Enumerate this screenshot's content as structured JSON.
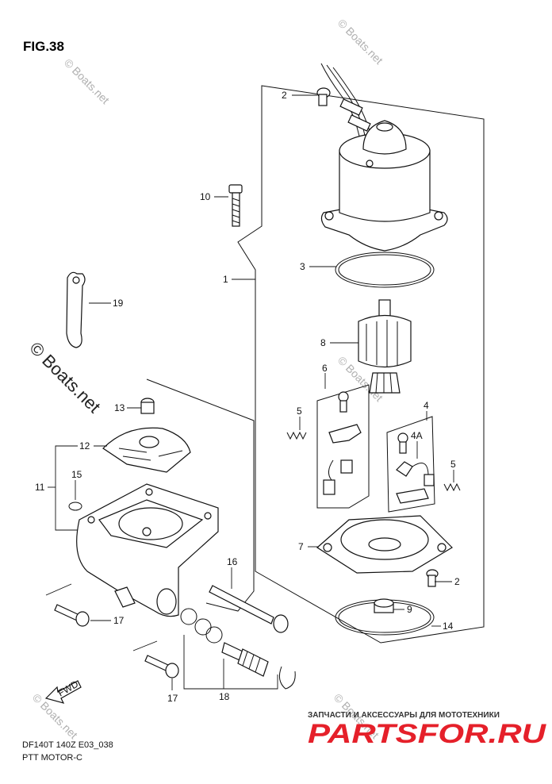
{
  "figure": {
    "title": "FIG.38"
  },
  "watermarks": [
    "© Boats.net",
    "© Boats.net",
    "© Boats.net",
    "© Boats.net",
    "© Boats.net",
    "© Boats.net"
  ],
  "callouts": [
    "2",
    "10",
    "3",
    "1",
    "19",
    "8",
    "6",
    "5",
    "13",
    "12",
    "4",
    "4A",
    "5",
    "11",
    "15",
    "7",
    "2",
    "16",
    "9",
    "14",
    "17",
    "18",
    "17"
  ],
  "fwd_label": "FWD",
  "footer": {
    "code": "DF140T 140Z E03_038",
    "name": "PTT MOTOR-C"
  },
  "brand": {
    "tagline": "ЗАПЧАСТИ И АКСЕССУАРЫ ДЛЯ МОТОТЕХНИКИ",
    "logo": "PARTSFOR.RU"
  }
}
